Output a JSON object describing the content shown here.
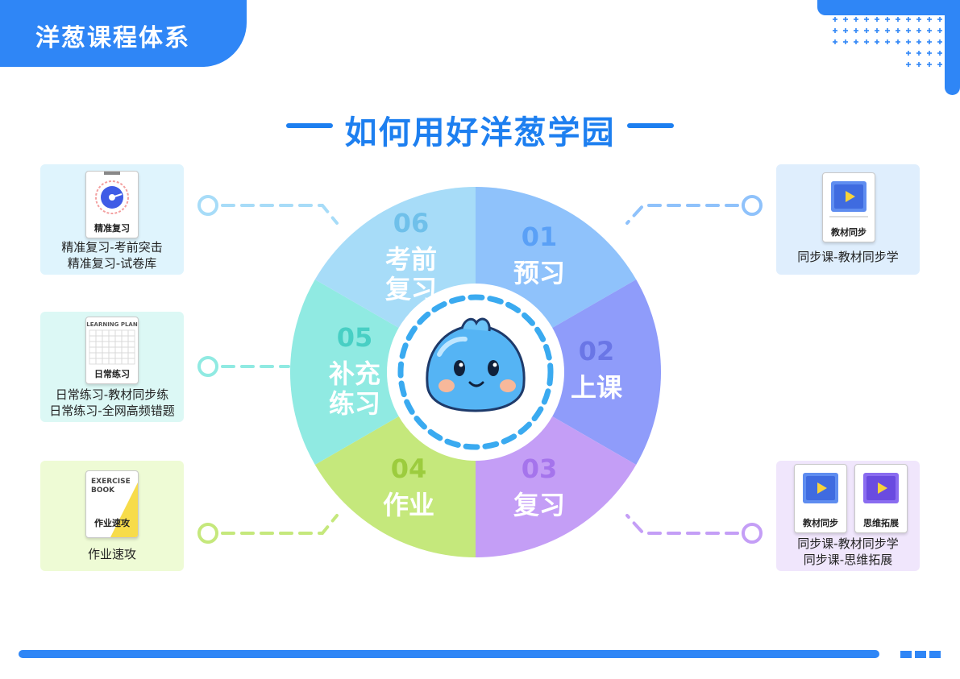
{
  "header": {
    "title": "洋葱课程体系"
  },
  "title": "如何用好洋葱学园",
  "wheel": {
    "segments": [
      {
        "num": "01",
        "lines": [
          "预习"
        ],
        "color": "#8fc2fb",
        "numColor": "#5aa0f6"
      },
      {
        "num": "02",
        "lines": [
          "上课"
        ],
        "color": "#8f9cfa",
        "numColor": "#6a76e6"
      },
      {
        "num": "03",
        "lines": [
          "复习"
        ],
        "color": "#c49ef6",
        "numColor": "#a574ec"
      },
      {
        "num": "04",
        "lines": [
          "作业"
        ],
        "color": "#c5e87c",
        "numColor": "#9ccc3e"
      },
      {
        "num": "05",
        "lines": [
          "补充",
          "练习"
        ],
        "color": "#90eae2",
        "numColor": "#48cfc4"
      },
      {
        "num": "06",
        "lines": [
          "考前",
          "复习"
        ],
        "color": "#a7dcf8",
        "numColor": "#6fc0ea"
      }
    ]
  },
  "cards": {
    "exam": {
      "thumb_label": "精准复习",
      "lines": [
        "精准复习-考前突击",
        "精准复习-试卷库"
      ],
      "bg": "#dff4fd"
    },
    "daily": {
      "thumb_label": "日常练习",
      "thumb_header": "LEARNING PLAN",
      "lines": [
        "日常练习-教材同步练",
        "日常练习-全网高频错题"
      ],
      "bg": "#dcf8f5"
    },
    "homework": {
      "thumb_label": "作业速攻",
      "thumb_header": "EXERCISE BOOK",
      "lines": [
        "作业速攻"
      ],
      "bg": "#eefbd5"
    },
    "preview": {
      "thumb_label": "教材同步",
      "lines": [
        "同步课-教材同步学"
      ],
      "bg": "#dfeefd"
    },
    "review": {
      "thumb_label_1": "教材同步",
      "thumb_label_2": "思维拓展",
      "lines": [
        "同步课-教材同步学",
        "同步课-思维拓展"
      ],
      "bg": "#f0e6fc"
    }
  },
  "colors": {
    "brand": "#2f86f6",
    "title": "#1d7ff0"
  }
}
